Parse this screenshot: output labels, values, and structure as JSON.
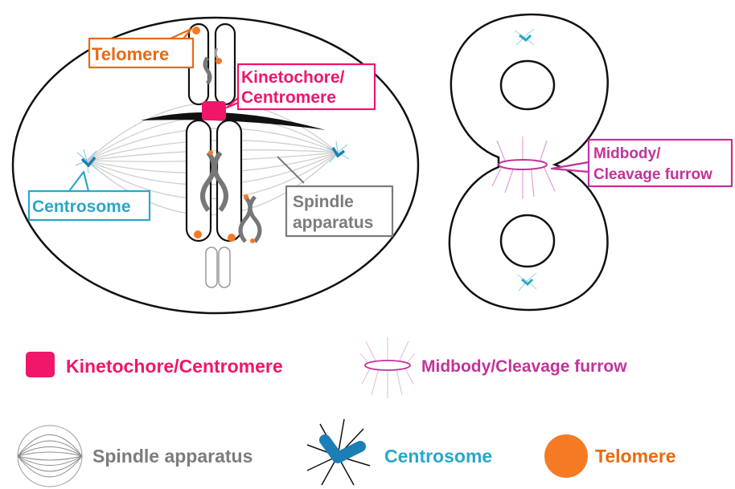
{
  "colors": {
    "kinetochore": "#f0166a",
    "midbody": "#c2339a",
    "midbody_light": "#dd9fd3",
    "centrosome": "#2aa7c9",
    "centrosome_dark": "#1b7fb6",
    "telomere": "#f47a24",
    "telomere_text": "#e86a12",
    "spindle": "#7c7c7c",
    "spindle_line": "#cfcfcf",
    "outline": "#111111"
  },
  "labels": {
    "telomere": "Telomere",
    "kinetochore_line1": "Kinetochore/",
    "kinetochore_line2": "Centromere",
    "centrosome": "Centrosome",
    "spindle_line1": "Spindle",
    "spindle_line2": "apparatus",
    "midbody_line1": "Midbody/",
    "midbody_line2": "Cleavage furrow"
  },
  "legend": {
    "kinetochore": "Kinetochore/Centromere",
    "midbody": "Midbody/Cleavage furrow",
    "spindle": "Spindle apparatus",
    "centrosome": "Centrosome",
    "telomere": "Telomere"
  },
  "icons": [
    "kinetochore-swatch-icon",
    "midbody-icon",
    "spindle-icon",
    "centrosome-icon",
    "telomere-swatch-icon"
  ]
}
